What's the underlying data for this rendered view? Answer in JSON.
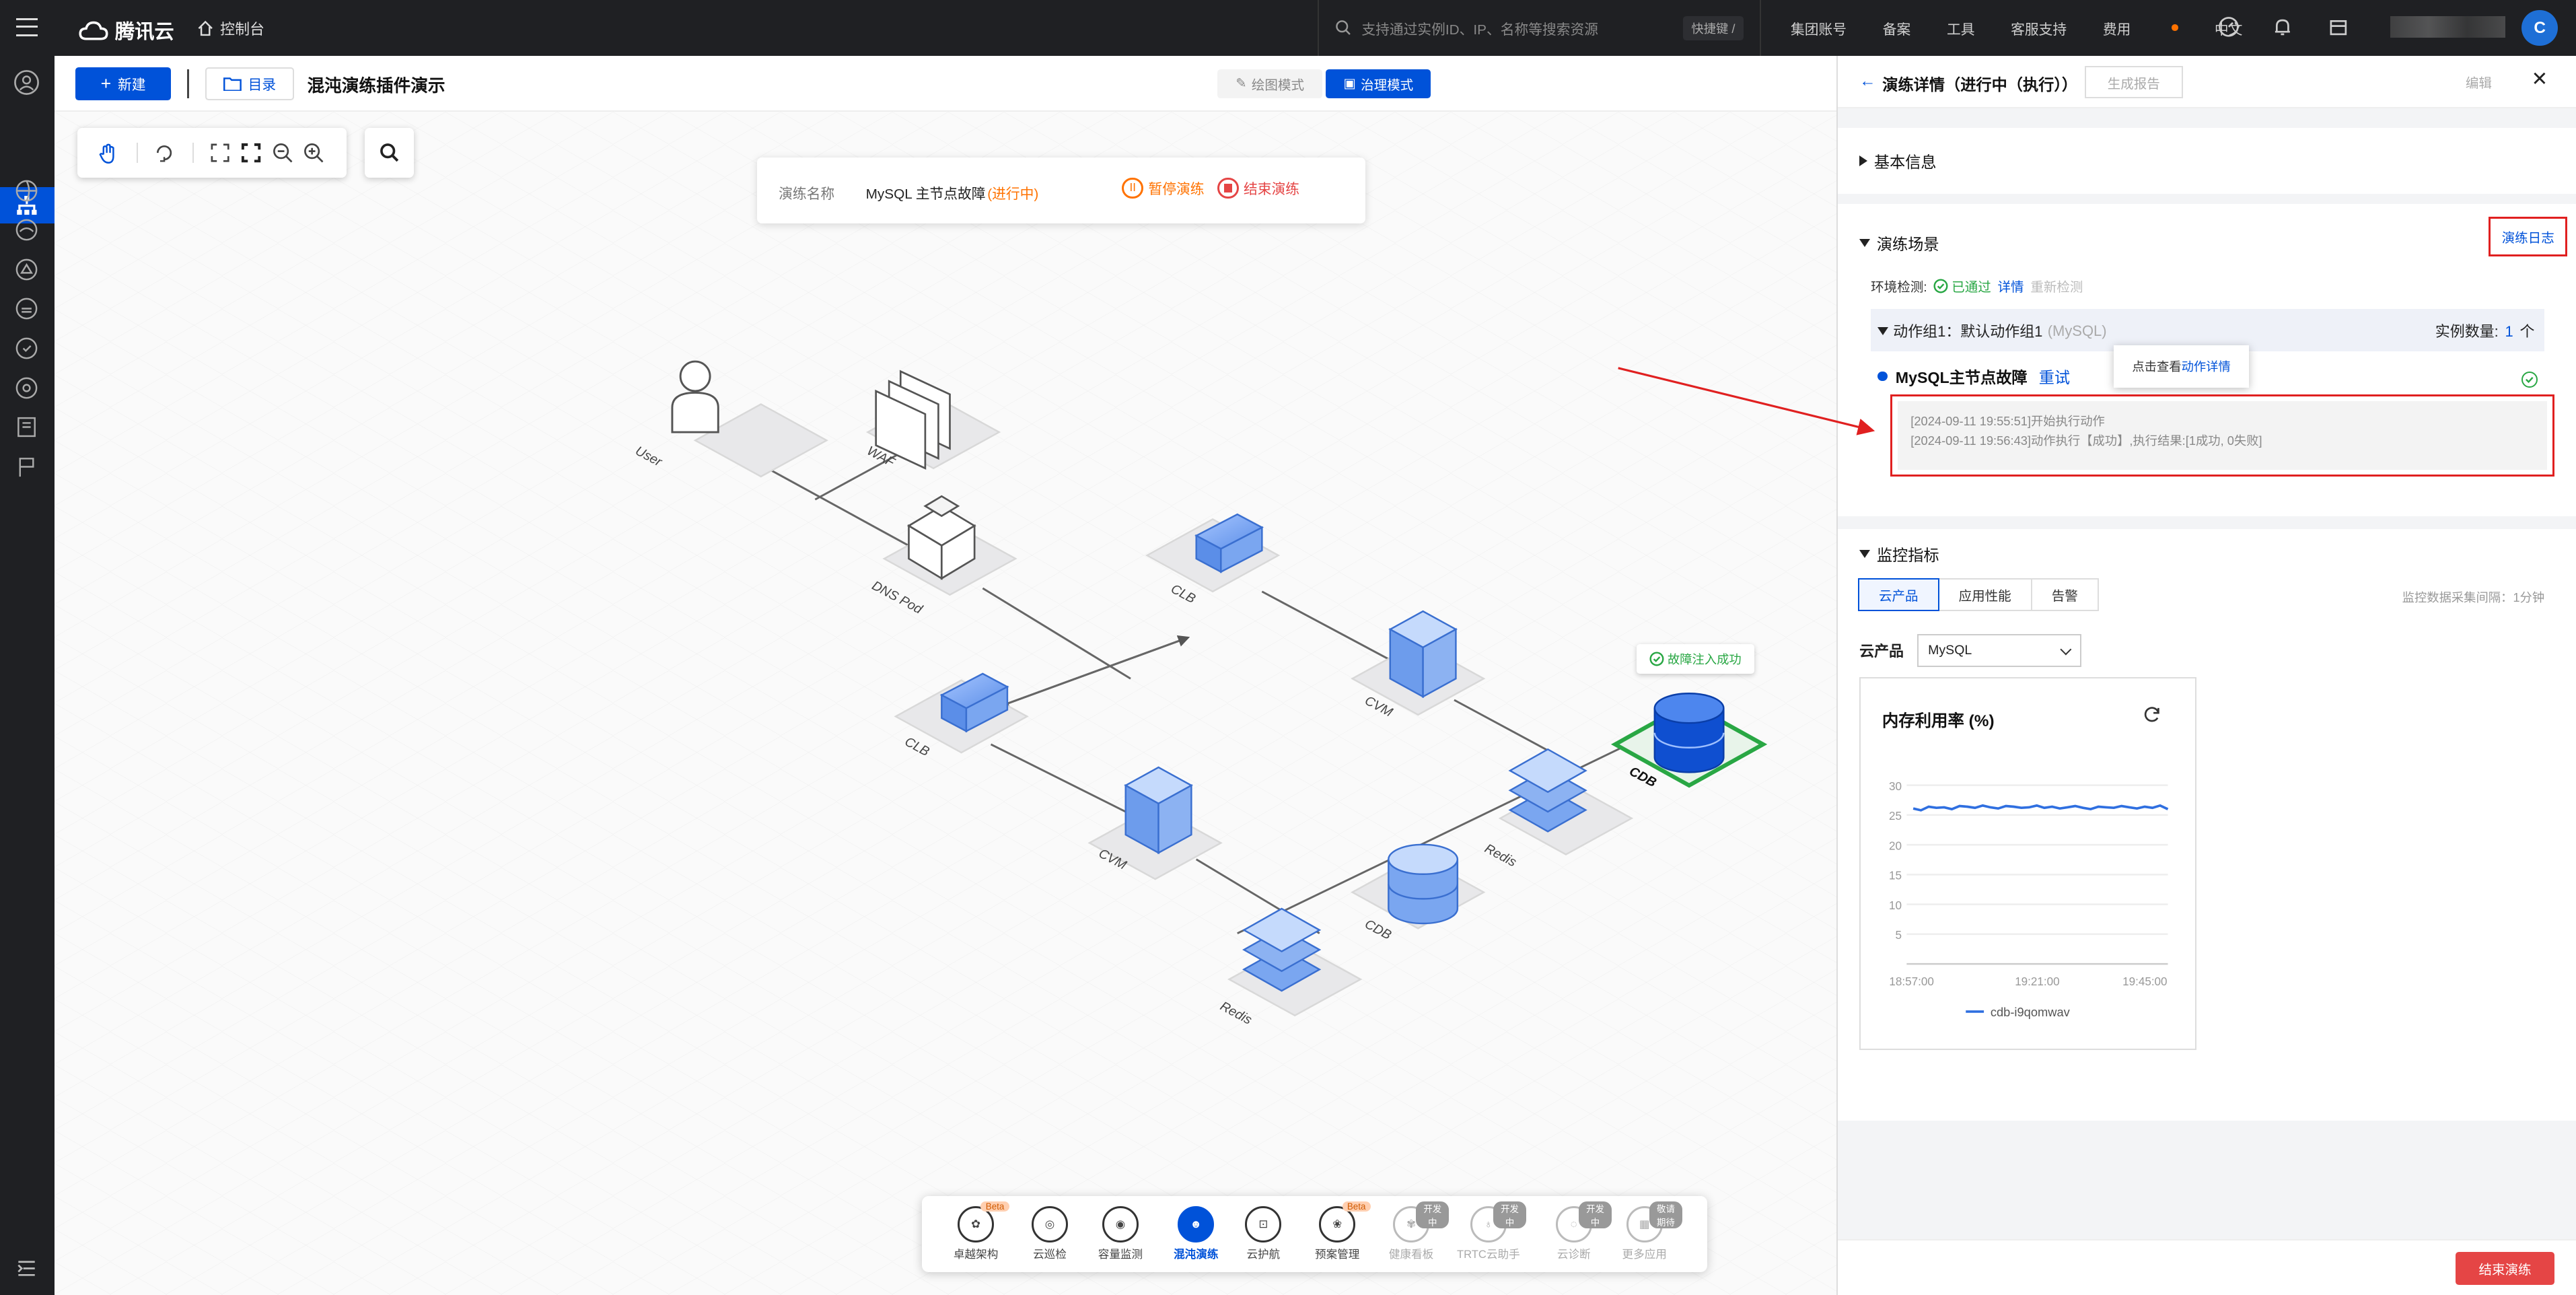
{
  "topbar": {
    "brand": "腾讯云",
    "console": "控制台",
    "search_placeholder": "支持通过实例ID、IP、名称等搜索资源",
    "shortcut": "快捷键 /",
    "nav": [
      "集团账号",
      "备案",
      "工具",
      "客服支持",
      "费用",
      "中文"
    ],
    "avatar_letter": "C"
  },
  "toolbar": {
    "new_label": "新建",
    "dir_label": "目录",
    "title": "混沌演练插件演示",
    "mode_draw": "绘图模式",
    "mode_gov": "治理模式"
  },
  "drill": {
    "name_label": "演练名称",
    "name": "MySQL 主节点故障",
    "status": "(进行中)",
    "pause": "暂停演练",
    "stop": "结束演练"
  },
  "topology": {
    "nodes": [
      "User",
      "WAF",
      "DNS Pod",
      "CLB",
      "CLB",
      "CVM",
      "CVM",
      "CDB",
      "CDB",
      "Redis",
      "Redis"
    ],
    "fault_badge": "故障注入成功",
    "fault_color": "#29a744",
    "accent": "#0052d9"
  },
  "dock": [
    {
      "label": "卓越架构",
      "badge": "Beta"
    },
    {
      "label": "云巡检",
      "badge": ""
    },
    {
      "label": "容量监测",
      "badge": ""
    },
    {
      "label": "混沌演练",
      "badge": ""
    },
    {
      "label": "云护航",
      "badge": ""
    },
    {
      "label": "预案管理",
      "badge": "Beta"
    },
    {
      "label": "健康看板",
      "badge": "开发中"
    },
    {
      "label": "TRTC云助手",
      "badge": "开发中"
    },
    {
      "label": "云诊断",
      "badge": "开发中"
    },
    {
      "label": "更多应用",
      "badge": "敬请期待"
    }
  ],
  "panel": {
    "title": "演练详情（进行中（执行））",
    "report": "生成报告",
    "edit": "编辑",
    "basic_info": "基本信息",
    "scene": "演练场景",
    "log_link": "演练日志",
    "env_label": "环境检测:",
    "env_ok": "已通过",
    "env_detail": "详情",
    "env_recheck": "重新检测",
    "group_label": "动作组1：默认动作组1",
    "group_sub": "(MySQL)",
    "instance_label": "实例数量:",
    "instance_count": "1",
    "instance_unit": "个",
    "fault_name": "MySQL主节点故障",
    "retry": "重试",
    "tip_prefix": "点击查看",
    "tip_link": "动作详情",
    "logs": [
      "[2024-09-11 19:55:51]开始执行动作",
      "[2024-09-11 19:56:43]动作执行【成功】,执行结果:[1成功, 0失败]"
    ],
    "monitor": "监控指标",
    "tabs": [
      "云产品",
      "应用性能",
      "告警"
    ],
    "interval": "监控数据采集间隔：1分钟",
    "product_label": "云产品",
    "product_value": "MySQL",
    "end_button": "结束演练"
  },
  "chart_data": {
    "type": "line",
    "title": "内存利用率 (%)",
    "xlabel": "",
    "ylabel": "",
    "x_ticks": [
      "18:57:00",
      "19:21:00",
      "19:45:00"
    ],
    "y_ticks": [
      5,
      10,
      15,
      20,
      25,
      30
    ],
    "ylim": [
      0,
      32
    ],
    "grid": true,
    "legend_position": "bottom",
    "series": [
      {
        "name": "cdb-i9qomwav",
        "color": "#2f6fe0",
        "values": [
          26.1,
          25.8,
          26.4,
          26.2,
          26.3,
          26.0,
          26.5,
          26.4,
          26.2,
          26.6,
          26.3,
          26.1,
          26.5,
          26.4,
          26.2,
          26.3,
          26.6,
          26.2,
          26.4,
          26.1,
          26.3,
          26.5,
          26.2,
          26.0,
          26.4,
          26.3,
          26.2,
          26.5,
          26.3,
          26.1,
          26.4,
          26.2,
          26.6,
          26.0
        ]
      }
    ]
  }
}
